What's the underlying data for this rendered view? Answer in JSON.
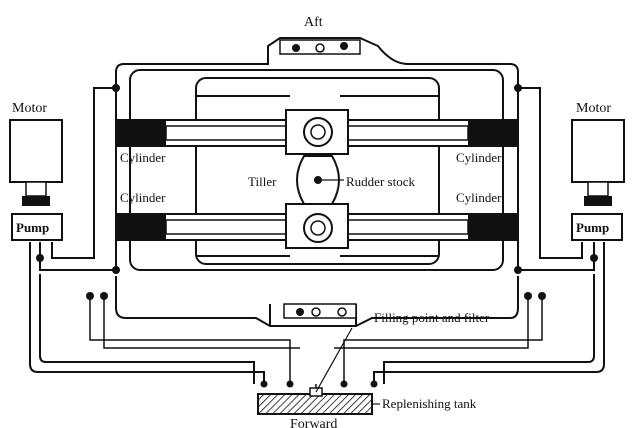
{
  "labels": {
    "aft": "Aft",
    "forward": "Forward",
    "motor_left": "Motor",
    "motor_right": "Motor",
    "pump_left": "Pump",
    "pump_right": "Pump",
    "cyl_upper_left": "Cylinder",
    "cyl_upper_right": "Cylinder",
    "cyl_lower_left": "Cylinder",
    "cyl_lower_right": "Cylinder",
    "tiller": "Tiller",
    "rudder_stock": "Rudder stock",
    "filling_point": "Filling point and filter",
    "replenishing_tank": "Replenishing tank"
  }
}
